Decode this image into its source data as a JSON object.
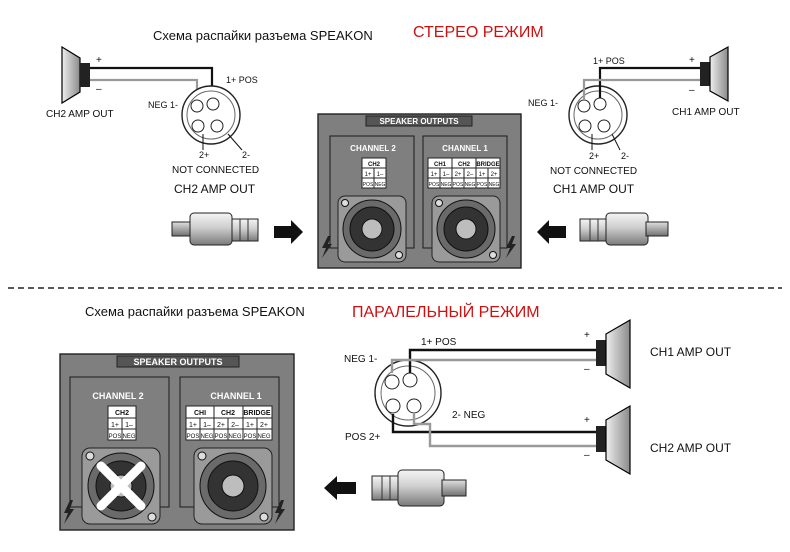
{
  "top": {
    "caption": "Схема распайки разъема SPEAKON",
    "mode": "СТЕРЕО РЕЖИМ",
    "left_amp": "CH2 AMP OUT",
    "right_amp": "CH1 AMP OUT",
    "plus": "+",
    "minus": "–",
    "left_plug": {
      "pos": "1+  POS",
      "neg": "NEG 1-",
      "two_plus": "2+",
      "two_minus": "2-",
      "nc": "NOT CONNECTED",
      "out": "CH2 AMP OUT"
    },
    "right_plug": {
      "pos": "1+  POS",
      "neg": "NEG 1-",
      "two_plus": "2+",
      "two_minus": "2-",
      "nc": "NOT CONNECTED",
      "out": "CH1 AMP OUT"
    },
    "panel": {
      "title": "SPEAKER OUTPUTS",
      "ch2": "CHANNEL 2",
      "ch1": "CHANNEL 1",
      "ch2_head": "CH2",
      "ch1_head": "CH1",
      "bridge_head": "BRIDGE",
      "p1": "1+",
      "m1": "1–",
      "p2": "2+",
      "m2": "2–",
      "pos": "POS",
      "neg": "NEG"
    }
  },
  "bottom": {
    "caption": "Схема распайки разъема SPEAKON",
    "mode": "ПАРАЛЕЛЬНЫЙ РЕЖИМ",
    "pos1": "1+   POS",
    "neg1": "NEG  1-",
    "neg2": "2-  NEG",
    "pos2": "POS  2+",
    "ch1_amp": "CH1 AMP OUT",
    "ch2_amp": "CH2 AMP OUT",
    "plus": "+",
    "minus": "–",
    "panel": {
      "title": "SPEAKER OUTPUTS",
      "ch2": "CHANNEL 2",
      "ch1": "CHANNEL 1",
      "ch2_head": "CH2",
      "ch1_head": "CHI",
      "bridge_head": "BRIDGE",
      "p1": "1+",
      "m1": "1–",
      "p2": "2+",
      "m2": "2–",
      "pos": "POS",
      "neg": "NEG"
    }
  }
}
